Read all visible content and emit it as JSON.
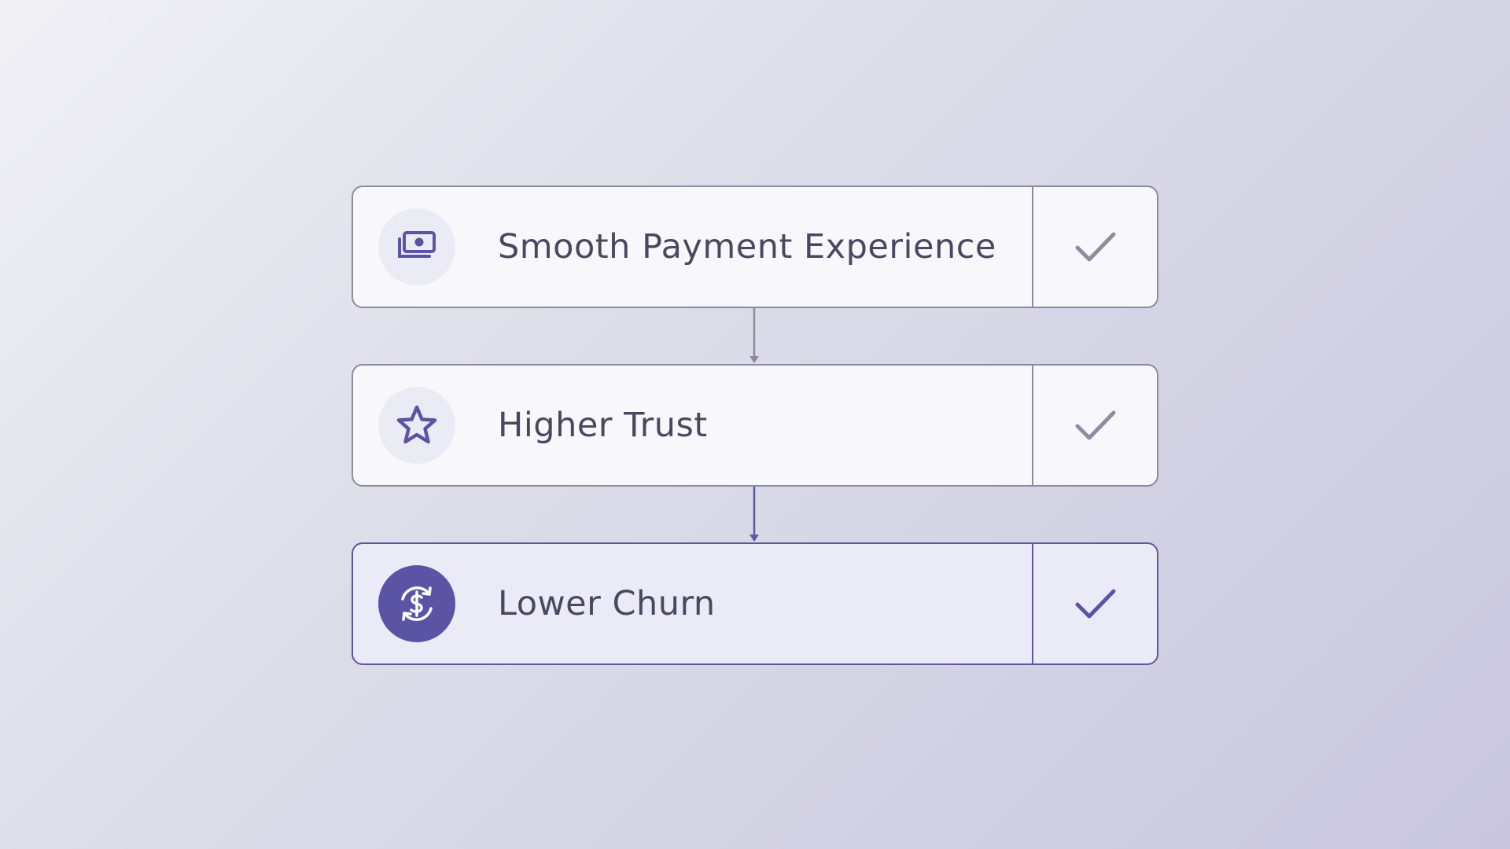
{
  "steps": [
    {
      "label": "Smooth Payment Experience",
      "icon": "cash-icon",
      "checked": true,
      "active": false
    },
    {
      "label": "Higher Trust",
      "icon": "star-icon",
      "checked": true,
      "active": false
    },
    {
      "label": "Lower Churn",
      "icon": "recurring-dollar-icon",
      "checked": true,
      "active": true
    }
  ],
  "colors": {
    "accent": "#5b54a4",
    "neutral_line": "#8c8aa3",
    "text": "#4a4860"
  }
}
